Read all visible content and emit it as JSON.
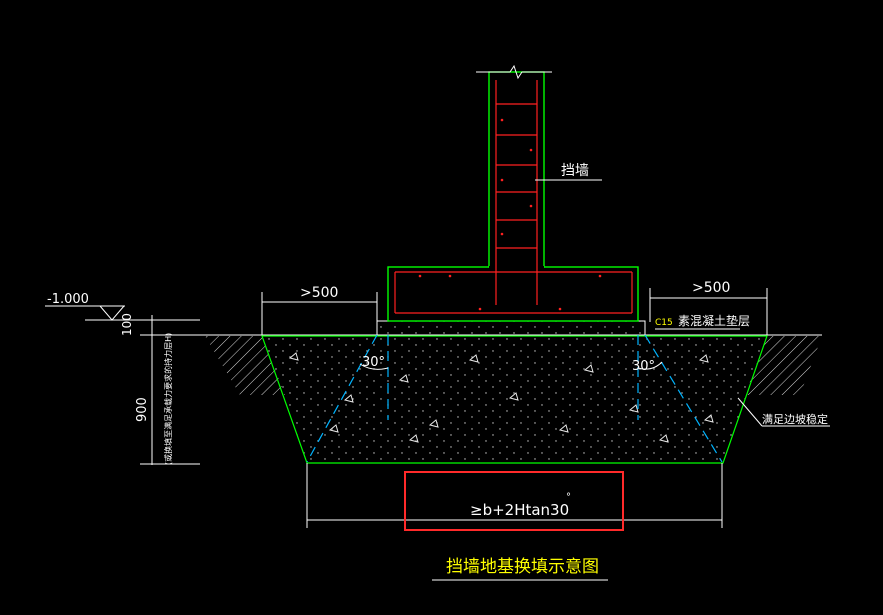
{
  "drawing": {
    "title": "挡墙地基换填示意图",
    "labels": {
      "wall": "挡墙",
      "elevation": "-1.000",
      "dim_100": "100",
      "dim_900": "900",
      "note_vertical": "(或换填至满足承载力要求的持力层H)",
      "dim_left_500": ">500",
      "dim_right_500": ">500",
      "c15": "C15",
      "plain_concrete": "素混凝土垫层",
      "angle_left": "30°",
      "angle_right": "30°",
      "satisfy_note": "满足边坡稳定",
      "bottom_width": "≥b+2Htan30",
      "degree_mark": "°"
    },
    "colors": {
      "background": "#000000",
      "line_green": "#00ff00",
      "line_white": "#ffffff",
      "rebar_red": "#ff2020",
      "dash_cyan": "#00b4ff",
      "title_yellow": "#ffff00",
      "highlight_red": "#ff2a2a"
    }
  }
}
